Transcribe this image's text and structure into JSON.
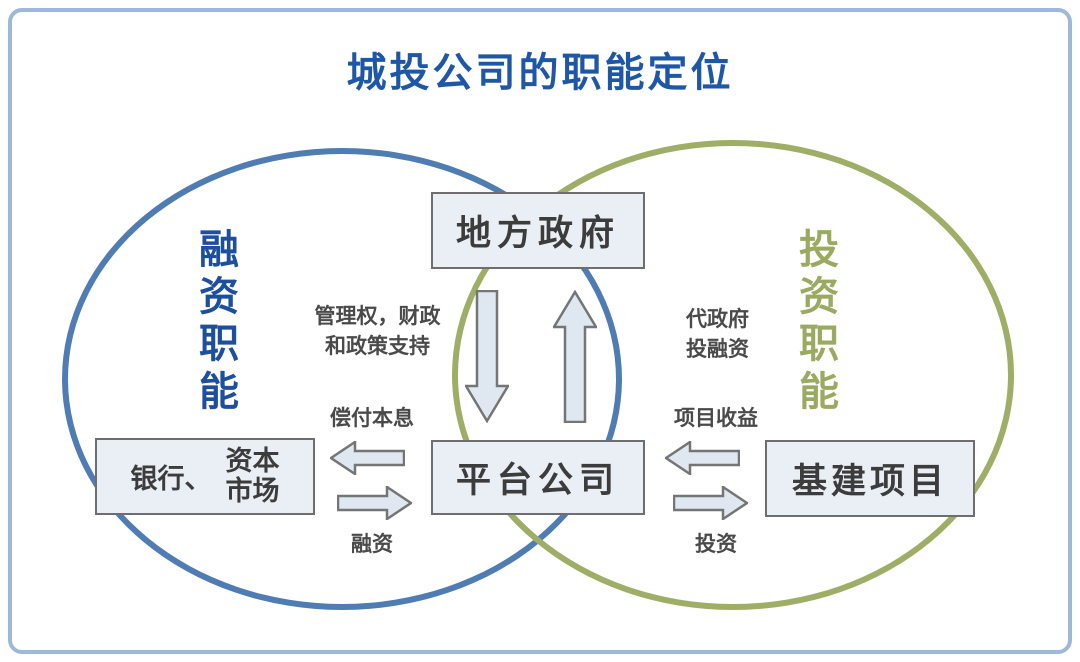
{
  "title": "城投公司的职能定位",
  "colors": {
    "title_text": "#1d57a6",
    "left_circle_stroke": "#4e7cb3",
    "right_circle_stroke": "#9fae66",
    "left_label_text": "#1d4f9e",
    "right_label_text": "#9aaa60",
    "node_fill": "#e9eff5",
    "node_border": "#6e6e6e",
    "node_text": "#3c3c3c",
    "arrow_fill": "#dfe8f1",
    "arrow_stroke": "#757575",
    "annotation_text": "#4a4a4a",
    "frame_border": "#9db8d9"
  },
  "circles": {
    "left_label": "融资职能",
    "right_label": "投资职能"
  },
  "nodes": {
    "government": "地方政府",
    "platform": "平台公司",
    "infrastructure": "基建项目",
    "bank_part1": "银行、",
    "bank_part2_line1": "资本",
    "bank_part2_line2": "市场"
  },
  "annotations": {
    "admin_line1": "管理权，财政",
    "admin_line2": "和政策支持",
    "behalf_line1": "代政府",
    "behalf_line2": "投融资",
    "repay": "偿付本息",
    "financing": "融资",
    "project_income": "项目收益",
    "investment": "投资"
  }
}
